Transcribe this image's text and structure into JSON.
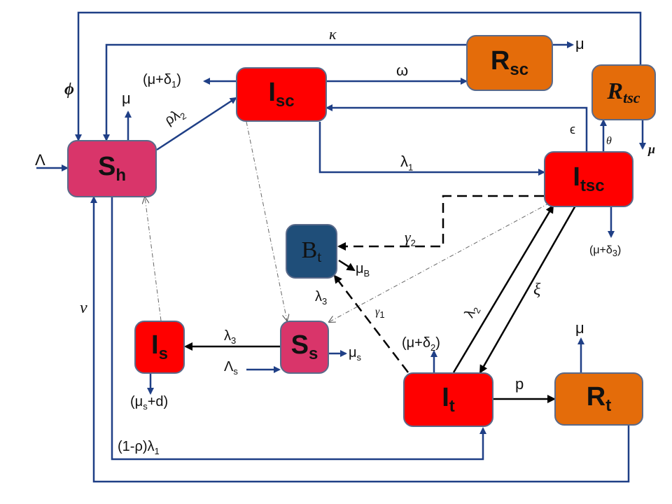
{
  "colors": {
    "human": "#d9356a",
    "infected": "#ff0000",
    "recovered": "#e46c0a",
    "bacteria": "#1f4e79",
    "arrow_blue": "#1f3f86",
    "arrow_black": "#000000"
  },
  "nodes": {
    "Sh": {
      "main": "S",
      "sub": "h"
    },
    "Isc": {
      "main": "I",
      "sub": "sc"
    },
    "Rsc": {
      "main": "R",
      "sub": "sc"
    },
    "Rtsc": {
      "main": "R",
      "sub": "tsc"
    },
    "Itsc": {
      "main": "I",
      "sub": "tsc"
    },
    "Bt": {
      "main": "B",
      "sub": "t"
    },
    "Is": {
      "main": "I",
      "sub": "s"
    },
    "Ss": {
      "main": "S",
      "sub": "s"
    },
    "It": {
      "main": "I",
      "sub": "t"
    },
    "Rt": {
      "main": "R",
      "sub": "t"
    }
  },
  "labels": {
    "kappa": "κ",
    "mu_rsc": "μ",
    "phi": "ϕ",
    "mu_sh": "μ",
    "mu_delta1": "(μ+δ",
    "mu_delta1_sub": "1",
    "mu_delta1_close": ")",
    "omega": "ω",
    "rho_lambda2": "ρλ",
    "rho_lambda2_sub": "2",
    "Lambda": "Λ",
    "lambda1": "λ",
    "lambda1_sub": "1",
    "epsilon": "ϵ",
    "theta": "θ",
    "mu_rtsc": "μ",
    "gamma2": "γ",
    "gamma2_sub": "2",
    "mu_B": "μ",
    "mu_B_sub": "B",
    "mu_delta3": "(μ+δ",
    "mu_delta3_sub": "3",
    "mu_delta3_close": ")",
    "lambda3_a": "λ",
    "lambda3_a_sub": "3",
    "gamma1": "γ",
    "gamma1_sub": "1",
    "xi": "ξ",
    "lambda2": "λ",
    "lambda2_sub": "2",
    "nu": "ν",
    "lambda3_b": "λ",
    "lambda3_b_sub": "3",
    "Lambda_s": "Λ",
    "Lambda_s_sub": "s",
    "mu_s": "μ",
    "mu_s_sub": "s",
    "mu_delta2": "(μ+δ",
    "mu_delta2_sub": "2",
    "mu_delta2_close": ")",
    "mu_rt": "μ",
    "mu_s_d": "(μ",
    "mu_s_d_sub": "s",
    "mu_s_d_close": "+d)",
    "p": "p",
    "one_minus_rho": "(1-ρ)λ",
    "one_minus_rho_sub": "1"
  }
}
